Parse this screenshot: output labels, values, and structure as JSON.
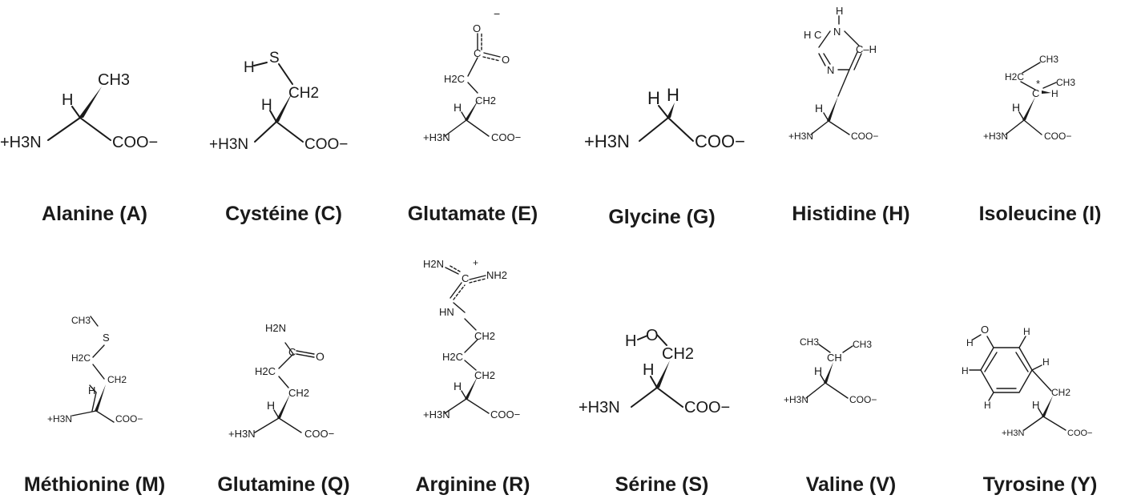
{
  "amino_acids": [
    {
      "name": "Alanine (A)"
    },
    {
      "name": "Cystéine (C)"
    },
    {
      "name": "Glutamate (E)"
    },
    {
      "name": "Glycine (G)"
    },
    {
      "name": "Histidine (H)"
    },
    {
      "name": "Isoleucine (I)"
    },
    {
      "name": "Méthionine (M)"
    },
    {
      "name": "Glutamine (Q)"
    },
    {
      "name": "Arginine (R)"
    },
    {
      "name": "Sérine (S)"
    },
    {
      "name": "Valine (V)"
    },
    {
      "name": "Tyrosine (Y)"
    }
  ],
  "atom_labels": {
    "ammonium": "+H3N",
    "carboxylate": "COO−",
    "hydrogen": "H",
    "methyl": "CH3",
    "methylene": "CH2",
    "methylene_left": "H2C",
    "sulfur": "S",
    "oxygen": "O",
    "nitrogen": "N",
    "carbon": "C",
    "amine_nh": "HN",
    "amide_nh2": "H2N",
    "guanidine_nh2": "NH2",
    "methine": "CH",
    "minus": "−",
    "plus": "+",
    "asterisk": "*",
    "ring_ch": "C–H"
  }
}
